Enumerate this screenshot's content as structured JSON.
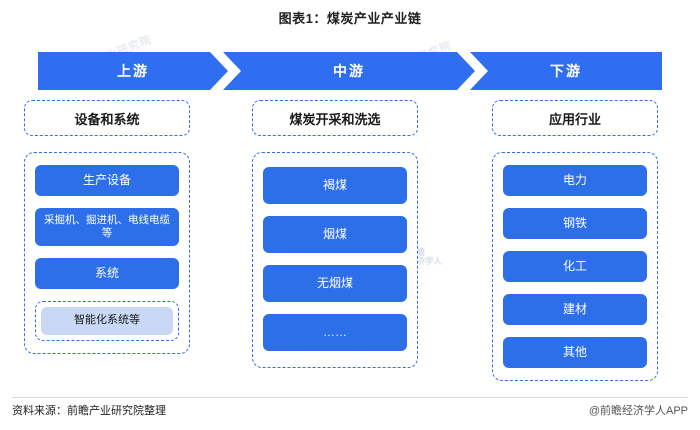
{
  "title": "图表1：煤炭产业产业链",
  "stages": [
    {
      "label": "上游"
    },
    {
      "label": "中游"
    },
    {
      "label": "下游"
    }
  ],
  "columns": [
    {
      "header": "设备和系统",
      "items": [
        {
          "text": "生产设备",
          "style": "pill"
        },
        {
          "text": "采掘机、掘进机、电线电缆等",
          "style": "pill-small"
        },
        {
          "text": "系统",
          "style": "pill"
        },
        {
          "text": "智能化系统等",
          "style": "pill-boxed"
        }
      ]
    },
    {
      "header": "煤炭开采和洗选",
      "items": [
        {
          "text": "褐煤",
          "style": "pill"
        },
        {
          "text": "烟煤",
          "style": "pill"
        },
        {
          "text": "无烟煤",
          "style": "pill"
        },
        {
          "text": "……",
          "style": "pill"
        }
      ]
    },
    {
      "header": "应用行业",
      "items": [
        {
          "text": "电力",
          "style": "pill"
        },
        {
          "text": "钢铁",
          "style": "pill"
        },
        {
          "text": "化工",
          "style": "pill"
        },
        {
          "text": "建材",
          "style": "pill"
        },
        {
          "text": "其他",
          "style": "pill"
        }
      ]
    }
  ],
  "footer": {
    "source": "资料来源：前瞻产业研究院整理",
    "brand": "@前瞻经济学人APP"
  },
  "watermarks": {
    "text1": "前瞻产业研究院",
    "text2": "前瞻产业研究院",
    "logo_line1": "前瞻",
    "logo_line2": "经济学人"
  },
  "colors": {
    "accent": "#2f6ef0",
    "pill": "#2d6fe8",
    "pill_light": "#c9d9f5"
  }
}
